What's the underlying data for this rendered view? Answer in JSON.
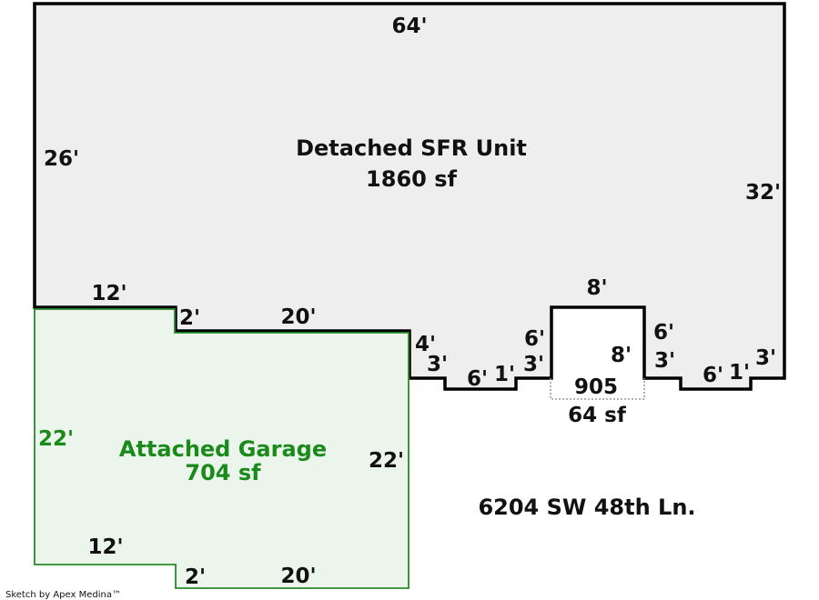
{
  "areas": {
    "house": {
      "name": "Detached SFR Unit",
      "area": "1860 sf",
      "fill": "#eeeeee",
      "stroke": "#000000"
    },
    "garage": {
      "name": "Attached Garage",
      "area": "704 sf",
      "fill": "#ecf5ec",
      "stroke": "#2a8a2a",
      "text_color": "#1a8a1a"
    },
    "bump_out": {
      "code": "905",
      "area": "64 sf",
      "stroke": "#999999"
    }
  },
  "house_dimensions": {
    "top": "64'",
    "left": "26'",
    "right": "32'",
    "garage_top_run": "12'",
    "garage_step": "2'",
    "garage_top_run_2": "20'",
    "jog_a": "4'",
    "jog_b": "3'",
    "notch_1_width": "6'",
    "notch_1_jog": "1'",
    "jog_c": "3'",
    "bay_left_height": "6'",
    "bay_top": "8'",
    "bay_inner_height": "8'",
    "bay_right_height": "6'",
    "jog_d": "3'",
    "notch_2_width": "6'",
    "notch_2_jog": "1'",
    "jog_e": "3'"
  },
  "garage_dimensions": {
    "left": "22'",
    "right": "22'",
    "bottom_run": "12'",
    "bottom_step": "2'",
    "bottom_run_2": "20'"
  },
  "address": "6204 SW 48th Ln.",
  "footer": "Sketch by Apex Medina™"
}
